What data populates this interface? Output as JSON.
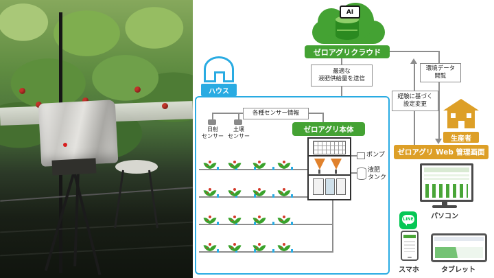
{
  "colors": {
    "green": "#44a233",
    "blue": "#29abe2",
    "orange": "#dd9f27",
    "line": "#8c8c8c",
    "line_app_green": "#06C755"
  },
  "cloud": {
    "ai": "AI",
    "label": "ゼロアグリクラウド"
  },
  "flows": {
    "optimal_supply": "最適な\n液肥供給量を送信",
    "env_view": "環境データ\n閲覧",
    "experience_setting": "経験に基づく\n設定変更"
  },
  "house": {
    "label": "ハウス",
    "sensor_info": "各種センサー情報",
    "solar_sensor": "日射\nセンサー",
    "soil_sensor": "土壌\nセンサー",
    "main_unit": "ゼロアグリ本体",
    "pump": "ポンプ",
    "tank": "液肥\nタンク"
  },
  "producer": {
    "label": "生産者",
    "web_admin": "ゼロアグリ Web 管理画面",
    "line_app": "LINE",
    "pc": "パソコン",
    "phone": "スマホ",
    "tablet": "タブレット"
  }
}
